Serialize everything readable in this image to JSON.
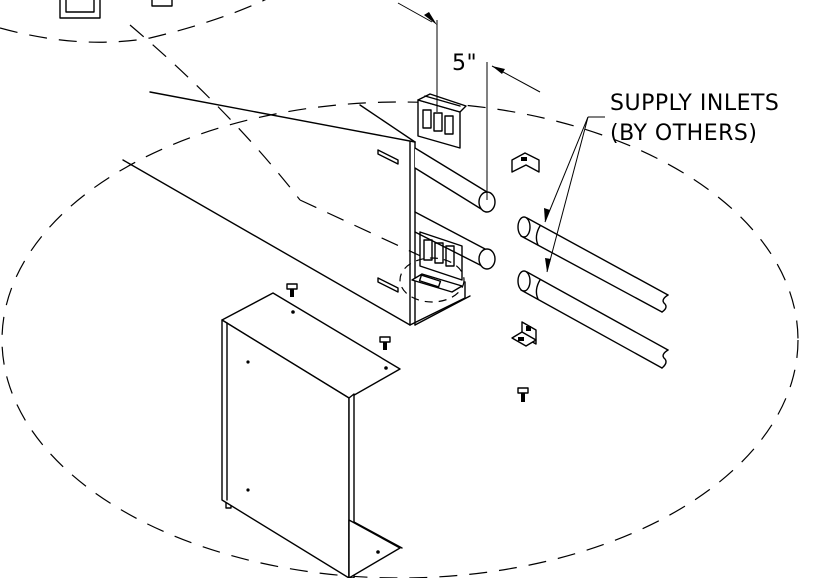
{
  "callouts": {
    "supply_line1": "SUPPLY INLETS",
    "supply_line2": "(BY OTHERS)",
    "dimension": "5\""
  },
  "icons": [
    "detail-circle",
    "mounting-bracket",
    "cover",
    "screw",
    "pipe"
  ]
}
